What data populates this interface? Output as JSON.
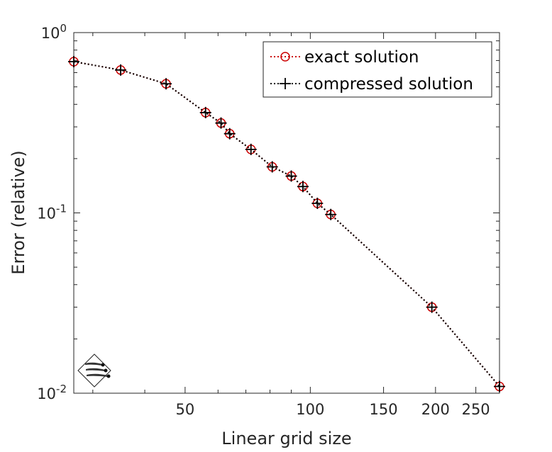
{
  "chart_data": {
    "type": "line",
    "title": "",
    "xlabel": "Linear grid size",
    "ylabel": "Error (relative)",
    "x_scale": "log",
    "y_scale": "log",
    "xlim": [
      27,
      285
    ],
    "ylim": [
      0.01,
      1
    ],
    "grid": false,
    "legend_position": "top-right",
    "x_ticks": [
      {
        "value": 50,
        "label": "50"
      },
      {
        "value": 100,
        "label": "100"
      },
      {
        "value": 150,
        "label": "150"
      },
      {
        "value": 200,
        "label": "200"
      },
      {
        "value": 250,
        "label": "250"
      }
    ],
    "y_ticks": [
      {
        "value": 0.01,
        "base": "10",
        "exp": "-2"
      },
      {
        "value": 0.1,
        "base": "10",
        "exp": "-1"
      },
      {
        "value": 1,
        "base": "10",
        "exp": "0"
      }
    ],
    "x": [
      27,
      35,
      45,
      56,
      61,
      64,
      72,
      81,
      90,
      96,
      104,
      112,
      196,
      285
    ],
    "series": [
      {
        "name": "exact solution",
        "color": "#cc0000",
        "marker": "circle",
        "line_style": "dotted",
        "values": [
          0.69,
          0.62,
          0.52,
          0.36,
          0.315,
          0.275,
          0.225,
          0.18,
          0.16,
          0.14,
          0.113,
          0.098,
          0.03,
          0.0109
        ]
      },
      {
        "name": "compressed solution",
        "color": "#000000",
        "marker": "plus",
        "line_style": "dotted",
        "values": [
          0.69,
          0.62,
          0.52,
          0.36,
          0.315,
          0.275,
          0.225,
          0.18,
          0.16,
          0.14,
          0.113,
          0.098,
          0.03,
          0.0109
        ]
      }
    ]
  }
}
